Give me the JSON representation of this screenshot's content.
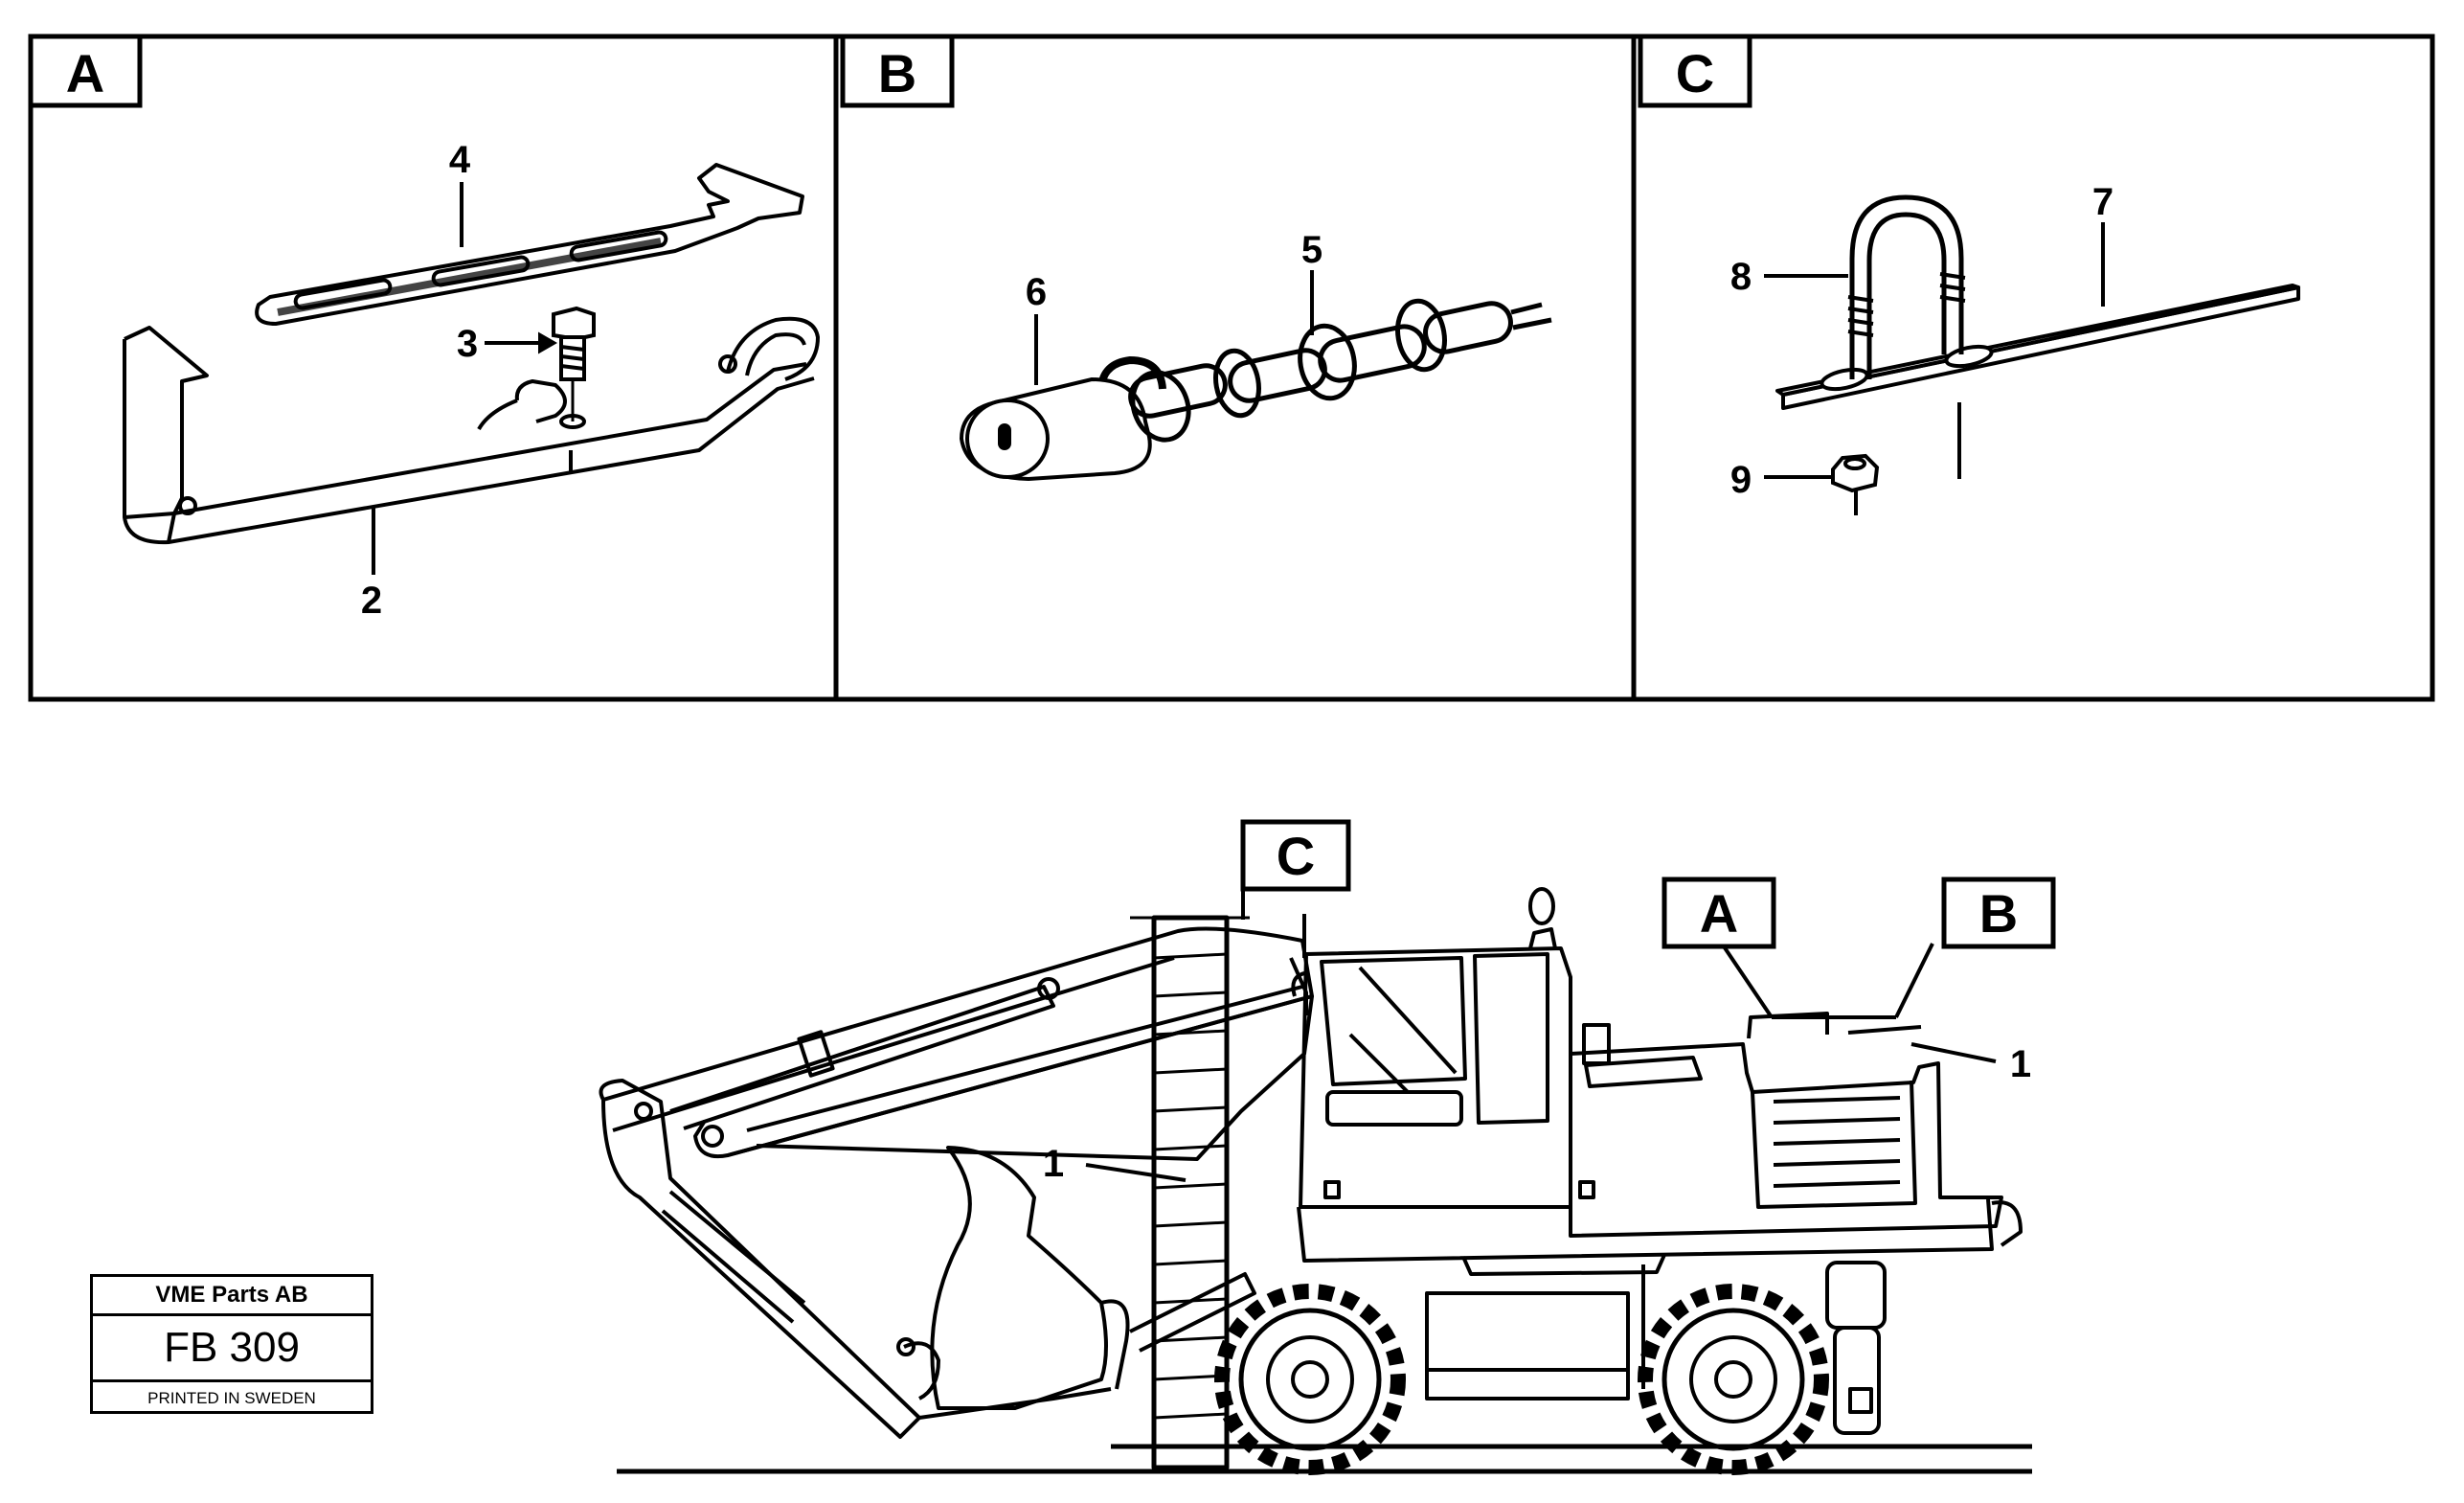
{
  "panels": {
    "a": {
      "label": "A",
      "callouts": [
        "4",
        "3",
        "2"
      ]
    },
    "b": {
      "label": "B",
      "callouts": [
        "6",
        "5"
      ]
    },
    "c": {
      "label": "C",
      "callouts": [
        "8",
        "7",
        "9"
      ]
    }
  },
  "machine": {
    "boxes": [
      "C",
      "A",
      "B"
    ],
    "callouts": [
      "1",
      "1"
    ]
  },
  "stamp": {
    "company": "VME Parts AB",
    "code": "FB 309",
    "printed": "PRINTED IN SWEDEN"
  }
}
